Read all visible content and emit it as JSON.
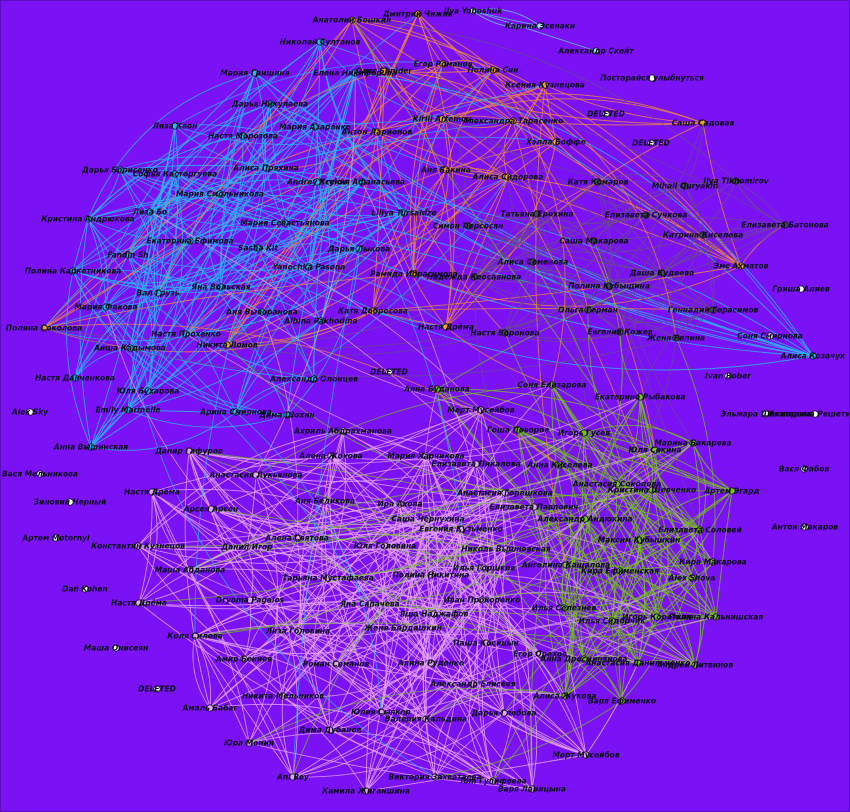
{
  "graph": {
    "background": "#7a12f5",
    "edge_colors": {
      "c0": "#2ab6f0",
      "c1": "#f08a3c",
      "c2": "#6a4a8c",
      "c3": "#e6a4f7",
      "c4": "#76c21a",
      "c5": "#66d0e0"
    },
    "node_colors": {
      "c0": "#29b6f6",
      "c1": "#f5a623",
      "c2": "#4a4a5a",
      "c3": "#e6a4f7",
      "c4": "#7ac41c",
      "c5": "#9fe0ff",
      "c6": "#ffffff"
    },
    "nodes": [
      {
        "label": "Анатолий Бошкин",
        "c": "c1"
      },
      {
        "label": "Дмитрий Чижик",
        "c": "c1"
      },
      {
        "label": "Ilya Yoboshuk",
        "c": "c5"
      },
      {
        "label": "Карина Эсенаки",
        "c": "c5"
      },
      {
        "label": "Александр Скейт",
        "c": "c5"
      },
      {
        "label": "Николай Султанов",
        "c": "c0"
      },
      {
        "label": "Мария Гришина",
        "c": "c0"
      },
      {
        "label": "Елена Никифорова",
        "c": "c0"
      },
      {
        "label": "Олег Shnider",
        "c": "c1"
      },
      {
        "label": "Егор Романов",
        "c": "c1"
      },
      {
        "label": "Полина Син",
        "c": "c1"
      },
      {
        "label": "Ксения Кузнецова",
        "c": "c1"
      },
      {
        "label": "Постарайся улыбнуться",
        "c": "c6"
      },
      {
        "label": "Дарья Никулаева",
        "c": "c0"
      },
      {
        "label": "Kirill Artemov",
        "c": "c1"
      },
      {
        "label": "Александра Тарасенко",
        "c": "c1"
      },
      {
        "label": "DELETED",
        "c": "c6"
      },
      {
        "label": "Саша Садовая",
        "c": "c1"
      },
      {
        "label": "Лиза Квон",
        "c": "c0"
      },
      {
        "label": "Настя Морозова",
        "c": "c0"
      },
      {
        "label": "Мария Азаренко",
        "c": "c0"
      },
      {
        "label": "Антон Ларионов",
        "c": "c1"
      },
      {
        "label": "Хэлла Боффе",
        "c": "c1"
      },
      {
        "label": "DELETED",
        "c": "c6"
      },
      {
        "label": "Дарья Борисенко",
        "c": "c0"
      },
      {
        "label": "Алиса Пряхина",
        "c": "c0"
      },
      {
        "label": "Аня Бакина",
        "c": "c1"
      },
      {
        "label": "Алиса Сидорова",
        "c": "c1"
      },
      {
        "label": "Катя Комаров",
        "c": "c2"
      },
      {
        "label": "Mihail Quryakin",
        "c": "c2"
      },
      {
        "label": "Ilya Tikhomirov",
        "c": "c2"
      },
      {
        "label": "Софья Касторгуева",
        "c": "c0"
      },
      {
        "label": "Andrey Krylov",
        "c": "c0"
      },
      {
        "label": "Ксения Афанасьева",
        "c": "c0"
      },
      {
        "label": "Мария Смольникова",
        "c": "c0"
      },
      {
        "label": "Лиза Бо",
        "c": "c0"
      },
      {
        "label": "Liliya Tursaidze",
        "c": "c0"
      },
      {
        "label": "Татьяна Ерохина",
        "c": "c2"
      },
      {
        "label": "Елизавета Сучкова",
        "c": "c2"
      },
      {
        "label": "Елизавета Батонова",
        "c": "c2"
      },
      {
        "label": "Кристина Андрюкова",
        "c": "c0"
      },
      {
        "label": "Мария Севастьянова",
        "c": "c0"
      },
      {
        "label": "Симон Персосян",
        "c": "c2"
      },
      {
        "label": "Екатерина Ефимова",
        "c": "c0"
      },
      {
        "label": "Катрина Киселева",
        "c": "c2"
      },
      {
        "label": "Дарья Лыкова",
        "c": "c0"
      },
      {
        "label": "Саша Макарова",
        "c": "c2"
      },
      {
        "label": "Fandin Sh",
        "c": "c0"
      },
      {
        "label": "Sasha Kit",
        "c": "c0"
      },
      {
        "label": "Алиса Семенова",
        "c": "c2"
      },
      {
        "label": "Эмс Ахматов",
        "c": "c1"
      },
      {
        "label": "Полина Каркетникова",
        "c": "c0"
      },
      {
        "label": "Yanochka Pasona",
        "c": "c0"
      },
      {
        "label": "Рамида Ибрагимова",
        "c": "c1"
      },
      {
        "label": "Надежда Кеосаянова",
        "c": "c2"
      },
      {
        "label": "Даша Кудеева",
        "c": "c2"
      },
      {
        "label": "Вал Грузь",
        "c": "c0"
      },
      {
        "label": "Яна Вольская",
        "c": "c0"
      },
      {
        "label": "Полина Кубыщина",
        "c": "c2"
      },
      {
        "label": "Гриша Алиев",
        "c": "c6"
      },
      {
        "label": "Мария Фекова",
        "c": "c0"
      },
      {
        "label": "Катя Добросова",
        "c": "c1"
      },
      {
        "label": "Аня Выворанова",
        "c": "c0"
      },
      {
        "label": "Ольга Герман",
        "c": "c2"
      },
      {
        "label": "Геннадий Герасимов",
        "c": "c2"
      },
      {
        "label": "Полина Соколова",
        "c": "c1"
      },
      {
        "label": "Albina Pakhodina",
        "c": "c0"
      },
      {
        "label": "Настя Дрёма",
        "c": "c1"
      },
      {
        "label": "Настя Прохенко",
        "c": "c0"
      },
      {
        "label": "Настя Воронова",
        "c": "c2"
      },
      {
        "label": "Евгения Кожев",
        "c": "c2"
      },
      {
        "label": "Женя Репина",
        "c": "c2"
      },
      {
        "label": "Соня Смирнова",
        "c": "c6"
      },
      {
        "label": "Алиса Козачук",
        "c": "c0"
      },
      {
        "label": "Аиша Кадымова",
        "c": "c0"
      },
      {
        "label": "Никита Ломов",
        "c": "c1"
      },
      {
        "label": "DELETED",
        "c": "c6"
      },
      {
        "label": "Ivan Bober",
        "c": "c6"
      },
      {
        "label": "Настя Данченкова",
        "c": "c0"
      },
      {
        "label": "Александр Олонцев",
        "c": "c0"
      },
      {
        "label": "Юля Бухарова",
        "c": "c0"
      },
      {
        "label": "Анна Буданова",
        "c": "c4"
      },
      {
        "label": "Соня Елизарова",
        "c": "c4"
      },
      {
        "label": "Екатерина Рыбакова",
        "c": "c4"
      },
      {
        "label": "Alex Sky",
        "c": "c6"
      },
      {
        "label": "Emily Marinelle",
        "c": "c0"
      },
      {
        "label": "Арина Смирнова",
        "c": "c0"
      },
      {
        "label": "Мерт Мусейбов",
        "c": "c3"
      },
      {
        "label": "Эльмара Шахмарова",
        "c": "c6"
      },
      {
        "label": "Екатерина Решетина",
        "c": "c6"
      },
      {
        "label": "Дима Шохин",
        "c": "c0"
      },
      {
        "label": "Ахриль Абдрахманова",
        "c": "c3"
      },
      {
        "label": "Гоша Поворов",
        "c": "c4"
      },
      {
        "label": "Игорь Гусев",
        "c": "c4"
      },
      {
        "label": "Анна Вышинская",
        "c": "c0"
      },
      {
        "label": "Марина Бакарева",
        "c": "c4"
      },
      {
        "label": "Данир Гафуров",
        "c": "c3"
      },
      {
        "label": "Алена Жохова",
        "c": "c3"
      },
      {
        "label": "Мария Харчикова",
        "c": "c3"
      },
      {
        "label": "Юля Сокина",
        "c": "c4"
      },
      {
        "label": "Елизавета Пикалова",
        "c": "c3"
      },
      {
        "label": "Анна Киселева",
        "c": "c4"
      },
      {
        "label": "Вася Фабов",
        "c": "c6"
      },
      {
        "label": "Вася Мельникова",
        "c": "c6"
      },
      {
        "label": "Анастасия Лукьянова",
        "c": "c3"
      },
      {
        "label": "Анастасия Соколова",
        "c": "c4"
      },
      {
        "label": "Зиновий Черный",
        "c": "c6"
      },
      {
        "label": "Настя Дрёма",
        "c": "c3"
      },
      {
        "label": "Кристина Шевченко",
        "c": "c4"
      },
      {
        "label": "Артем Эгард",
        "c": "c4"
      },
      {
        "label": "Анастасия Горешкова",
        "c": "c3"
      },
      {
        "label": "Аня Беликова",
        "c": "c3"
      },
      {
        "label": "Ира Ахова",
        "c": "c3"
      },
      {
        "label": "Арсен Арсен",
        "c": "c3"
      },
      {
        "label": "Елизавета Павлович",
        "c": "c3"
      },
      {
        "label": "Антон Макаров",
        "c": "c6"
      },
      {
        "label": "Саша Чернухина",
        "c": "c3"
      },
      {
        "label": "Артем Motornyi",
        "c": "c6"
      },
      {
        "label": "Евгения Кузьменко",
        "c": "c3"
      },
      {
        "label": "Александр Андюкина",
        "c": "c4"
      },
      {
        "label": "Алена Святова",
        "c": "c3"
      },
      {
        "label": "Елизавета Соловей",
        "c": "c4"
      },
      {
        "label": "Константин Кузнецов",
        "c": "c3"
      },
      {
        "label": "Данил Игор",
        "c": "c3"
      },
      {
        "label": "Юля Головина",
        "c": "c3"
      },
      {
        "label": "Максим Кубышкин",
        "c": "c4"
      },
      {
        "label": "Николь Вышневская",
        "c": "c3"
      },
      {
        "label": "Ангелина Кашалова",
        "c": "c4"
      },
      {
        "label": "Кира Макарова",
        "c": "c4"
      },
      {
        "label": "Маша Абданова",
        "c": "c3"
      },
      {
        "label": "Илья Горшков",
        "c": "c3"
      },
      {
        "label": "Кира Ефименская",
        "c": "c4"
      },
      {
        "label": "Тарьяна Мустафаева",
        "c": "c3"
      },
      {
        "label": "Полина Никитина",
        "c": "c3"
      },
      {
        "label": "Alex Shova",
        "c": "c4"
      },
      {
        "label": "Dan Kohen",
        "c": "c6"
      },
      {
        "label": "Dryoma Pagalos",
        "c": "c3"
      },
      {
        "label": "Яна Сапачева",
        "c": "c3"
      },
      {
        "label": "Иван Прокоренко",
        "c": "c3"
      },
      {
        "label": "Илья Селезнев",
        "c": "c4"
      },
      {
        "label": "Настя Дрёма",
        "c": "c3"
      },
      {
        "label": "Яша Наджафов",
        "c": "c3"
      },
      {
        "label": "Игорь Короткин",
        "c": "c4"
      },
      {
        "label": "Полина Кальнишская",
        "c": "c4"
      },
      {
        "label": "Илья Сидорчик",
        "c": "c4"
      },
      {
        "label": "Коля Силова",
        "c": "c3"
      },
      {
        "label": "Лиза Головина",
        "c": "c3"
      },
      {
        "label": "Женя Бордашкин",
        "c": "c3"
      },
      {
        "label": "Маша Онисеян",
        "c": "c6"
      },
      {
        "label": "Паша Косицын",
        "c": "c3"
      },
      {
        "label": "Егор Орехов",
        "c": "c3"
      },
      {
        "label": "Анна Дресминянова",
        "c": "c4"
      },
      {
        "label": "Анастасия Данильченко",
        "c": "c4"
      },
      {
        "label": "Андрей Литвинов",
        "c": "c4"
      },
      {
        "label": "Амир Бекиев",
        "c": "c3"
      },
      {
        "label": "Роман Семанов",
        "c": "c3"
      },
      {
        "label": "Алина Руденко",
        "c": "c3"
      },
      {
        "label": "DELETED",
        "c": "c6"
      },
      {
        "label": "Александр Елисеев",
        "c": "c3"
      },
      {
        "label": "Никита Мельников",
        "c": "c3"
      },
      {
        "label": "Алиса Жукова",
        "c": "c4"
      },
      {
        "label": "Варя Ефименко",
        "c": "c4"
      },
      {
        "label": "Амаль Бабаг",
        "c": "c3"
      },
      {
        "label": "Юлия Сыякер",
        "c": "c3"
      },
      {
        "label": "Дарья Глебова",
        "c": "c3"
      },
      {
        "label": "Валерия Кальдина",
        "c": "c3"
      },
      {
        "label": "Дима Дубанов",
        "c": "c3"
      },
      {
        "label": "Юра Монин",
        "c": "c3"
      },
      {
        "label": "Мерт Мусейбов",
        "c": "c3"
      },
      {
        "label": "Виктория Захватаева",
        "c": "c3"
      },
      {
        "label": "Tom Гупифеева",
        "c": "c3"
      },
      {
        "label": "Ani Rey",
        "c": "c3"
      },
      {
        "label": "Варя Ларицына",
        "c": "c3"
      },
      {
        "label": "Камила Жиганшина",
        "c": "c3"
      }
    ]
  }
}
